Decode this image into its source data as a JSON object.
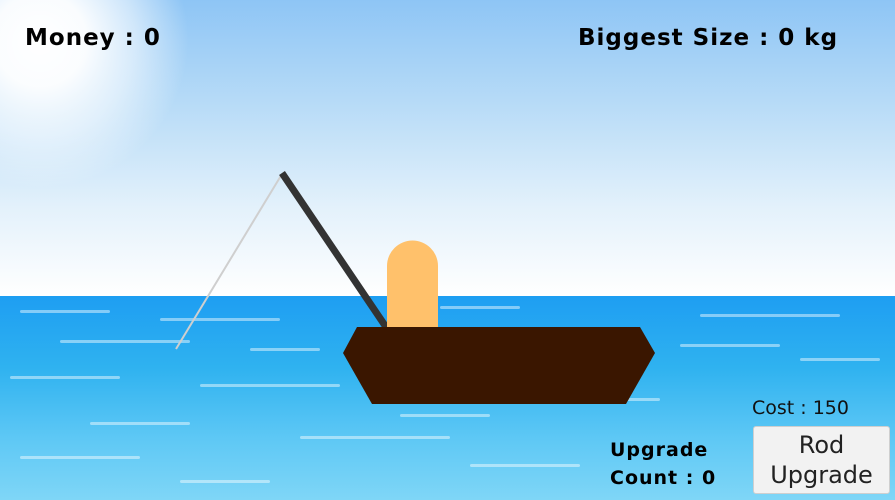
{
  "hud": {
    "money_label": "Money : 0",
    "biggest_size_label": "Biggest Size : 0 kg"
  },
  "upgrade": {
    "count_label": "Upgrade Count : 0",
    "cost_label": "Cost : 150",
    "button_label": "Rod Upgrade"
  },
  "colors": {
    "boat": "#3a1600",
    "fisherman": "#ffc16b",
    "rod": "#333333",
    "fishing_line": "#cfcfcf"
  }
}
